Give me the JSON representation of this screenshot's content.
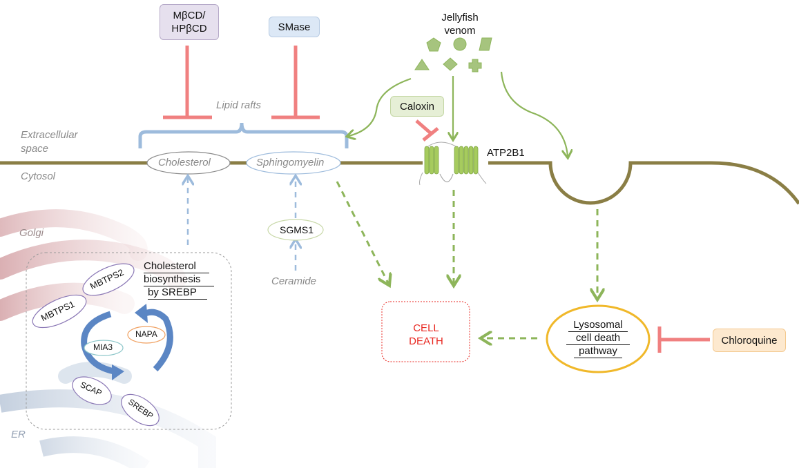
{
  "diagram": {
    "inhibitors": {
      "mbcd_line1": "MβCD/",
      "mbcd_line2": "HPβCD",
      "smase": "SMase",
      "caloxin": "Caloxin",
      "chloroquine": "Chloroquine"
    },
    "venom": {
      "line1": "Jellyfish",
      "line2": "venom"
    },
    "membrane": {
      "lipid_rafts": "Lipid rafts",
      "extracellular_line1": "Extracellular",
      "extracellular_line2": "space",
      "cytosol": "Cytosol",
      "cholesterol": "Cholesterol",
      "sphingomyelin": "Sphingomyelin",
      "atp2b1": "ATP2B1"
    },
    "organelles": {
      "golgi": "Golgi",
      "er": "ER"
    },
    "synthesis": {
      "sgms1": "SGMS1",
      "ceramide": "Ceramide",
      "cholesterol_line1": "Cholesterol",
      "cholesterol_line2": "biosynthesis",
      "cholesterol_line3": "by SREBP",
      "mbtps1": "MBTPS1",
      "mbtps2": "MBTPS2",
      "mia3": "MIA3",
      "napa": "NAPA",
      "scap": "SCAP",
      "srebp": "SREBP"
    },
    "outcomes": {
      "cell_death_line1": "CELL",
      "cell_death_line2": "DEATH",
      "lyso_line1": "Lysosomal",
      "lyso_line2": "cell death",
      "lyso_line3": "pathway"
    },
    "colors": {
      "membrane": "#8a7e45",
      "inhibitor": "#f08080",
      "venom_green": "#8db55a",
      "raft_blue": "#9dbbdc",
      "cell_death_red": "#e8261f",
      "lysosome_ring": "#f0b82a",
      "chloroquine_fill": "#fde9cf",
      "smase_fill": "#dce8f6",
      "mbcd_fill": "#e6e0ee",
      "caloxin_fill": "#e6efd6"
    }
  }
}
